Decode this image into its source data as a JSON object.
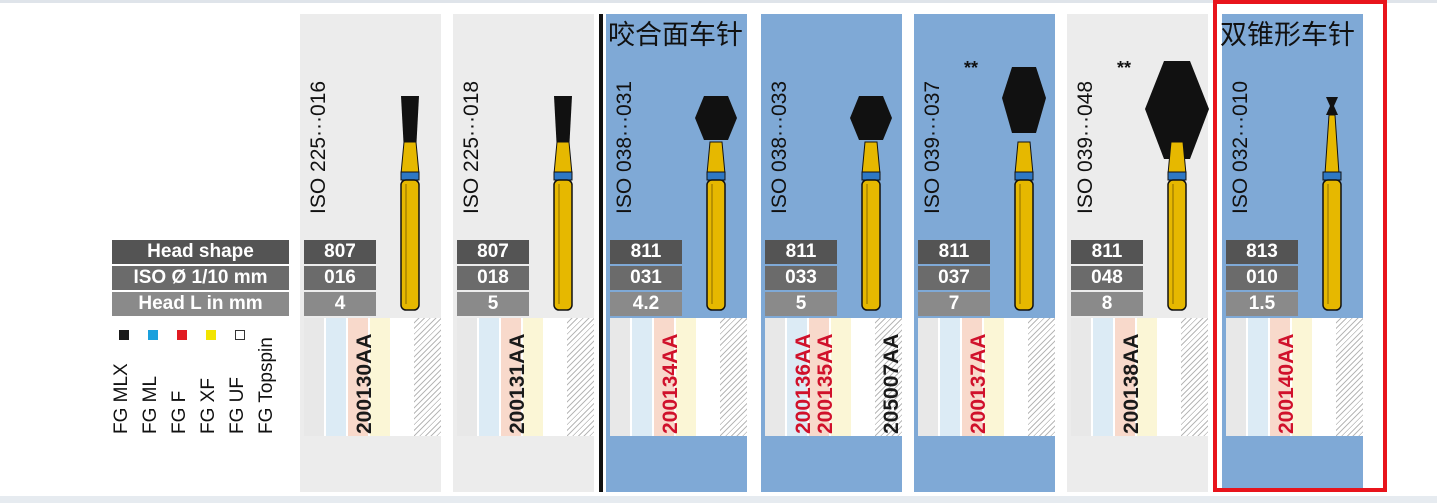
{
  "headings": {
    "occlusal": "咬合面车针",
    "double_cone": "双锥形车针"
  },
  "row_headers": [
    "Head shape",
    "ISO Ø 1/10 mm",
    "Head L in mm"
  ],
  "legend": [
    {
      "label": "FG MLX",
      "color": "#1a1a1a"
    },
    {
      "label": "FG ML",
      "color": "#1aa0dd"
    },
    {
      "label": "FG F",
      "color": "#e11b22"
    },
    {
      "label": "FG XF",
      "color": "#f2e400"
    },
    {
      "label": "FG UF",
      "color": "#ffffff"
    },
    {
      "label": "FG Topspin",
      "color": "#ffffff"
    }
  ],
  "columns": [
    {
      "iso": "ISO 225···016",
      "head_shape": "807",
      "iso_diameter": "016",
      "head_length": "4",
      "stars": "",
      "codes": [
        {
          "text": "200130AA",
          "color": "dark",
          "slot": 2
        }
      ]
    },
    {
      "iso": "ISO 225···018",
      "head_shape": "807",
      "iso_diameter": "018",
      "head_length": "5",
      "stars": "",
      "codes": [
        {
          "text": "200131AA",
          "color": "dark",
          "slot": 2
        }
      ]
    },
    {
      "iso": "ISO 038···031",
      "head_shape": "811",
      "iso_diameter": "031",
      "head_length": "4.2",
      "stars": "",
      "codes": [
        {
          "text": "200134AA",
          "color": "red",
          "slot": 2
        }
      ]
    },
    {
      "iso": "ISO 038···033",
      "head_shape": "811",
      "iso_diameter": "033",
      "head_length": "5",
      "stars": "",
      "codes": [
        {
          "text": "200136AA",
          "color": "red",
          "slot": 1
        },
        {
          "text": "200135AA",
          "color": "red",
          "slot": 2
        },
        {
          "text": "205007AA",
          "color": "dark",
          "slot": 5
        }
      ]
    },
    {
      "iso": "ISO 039···037",
      "head_shape": "811",
      "iso_diameter": "037",
      "head_length": "7",
      "stars": "**",
      "codes": [
        {
          "text": "200137AA",
          "color": "red",
          "slot": 2
        }
      ]
    },
    {
      "iso": "ISO 039···048",
      "head_shape": "811",
      "iso_diameter": "048",
      "head_length": "8",
      "stars": "**",
      "codes": [
        {
          "text": "200138AA",
          "color": "dark",
          "slot": 2
        }
      ]
    },
    {
      "iso": "ISO 032···010",
      "head_shape": "813",
      "iso_diameter": "010",
      "head_length": "1.5",
      "stars": "",
      "codes": [
        {
          "text": "200140AA",
          "color": "red",
          "slot": 2
        }
      ]
    }
  ]
}
